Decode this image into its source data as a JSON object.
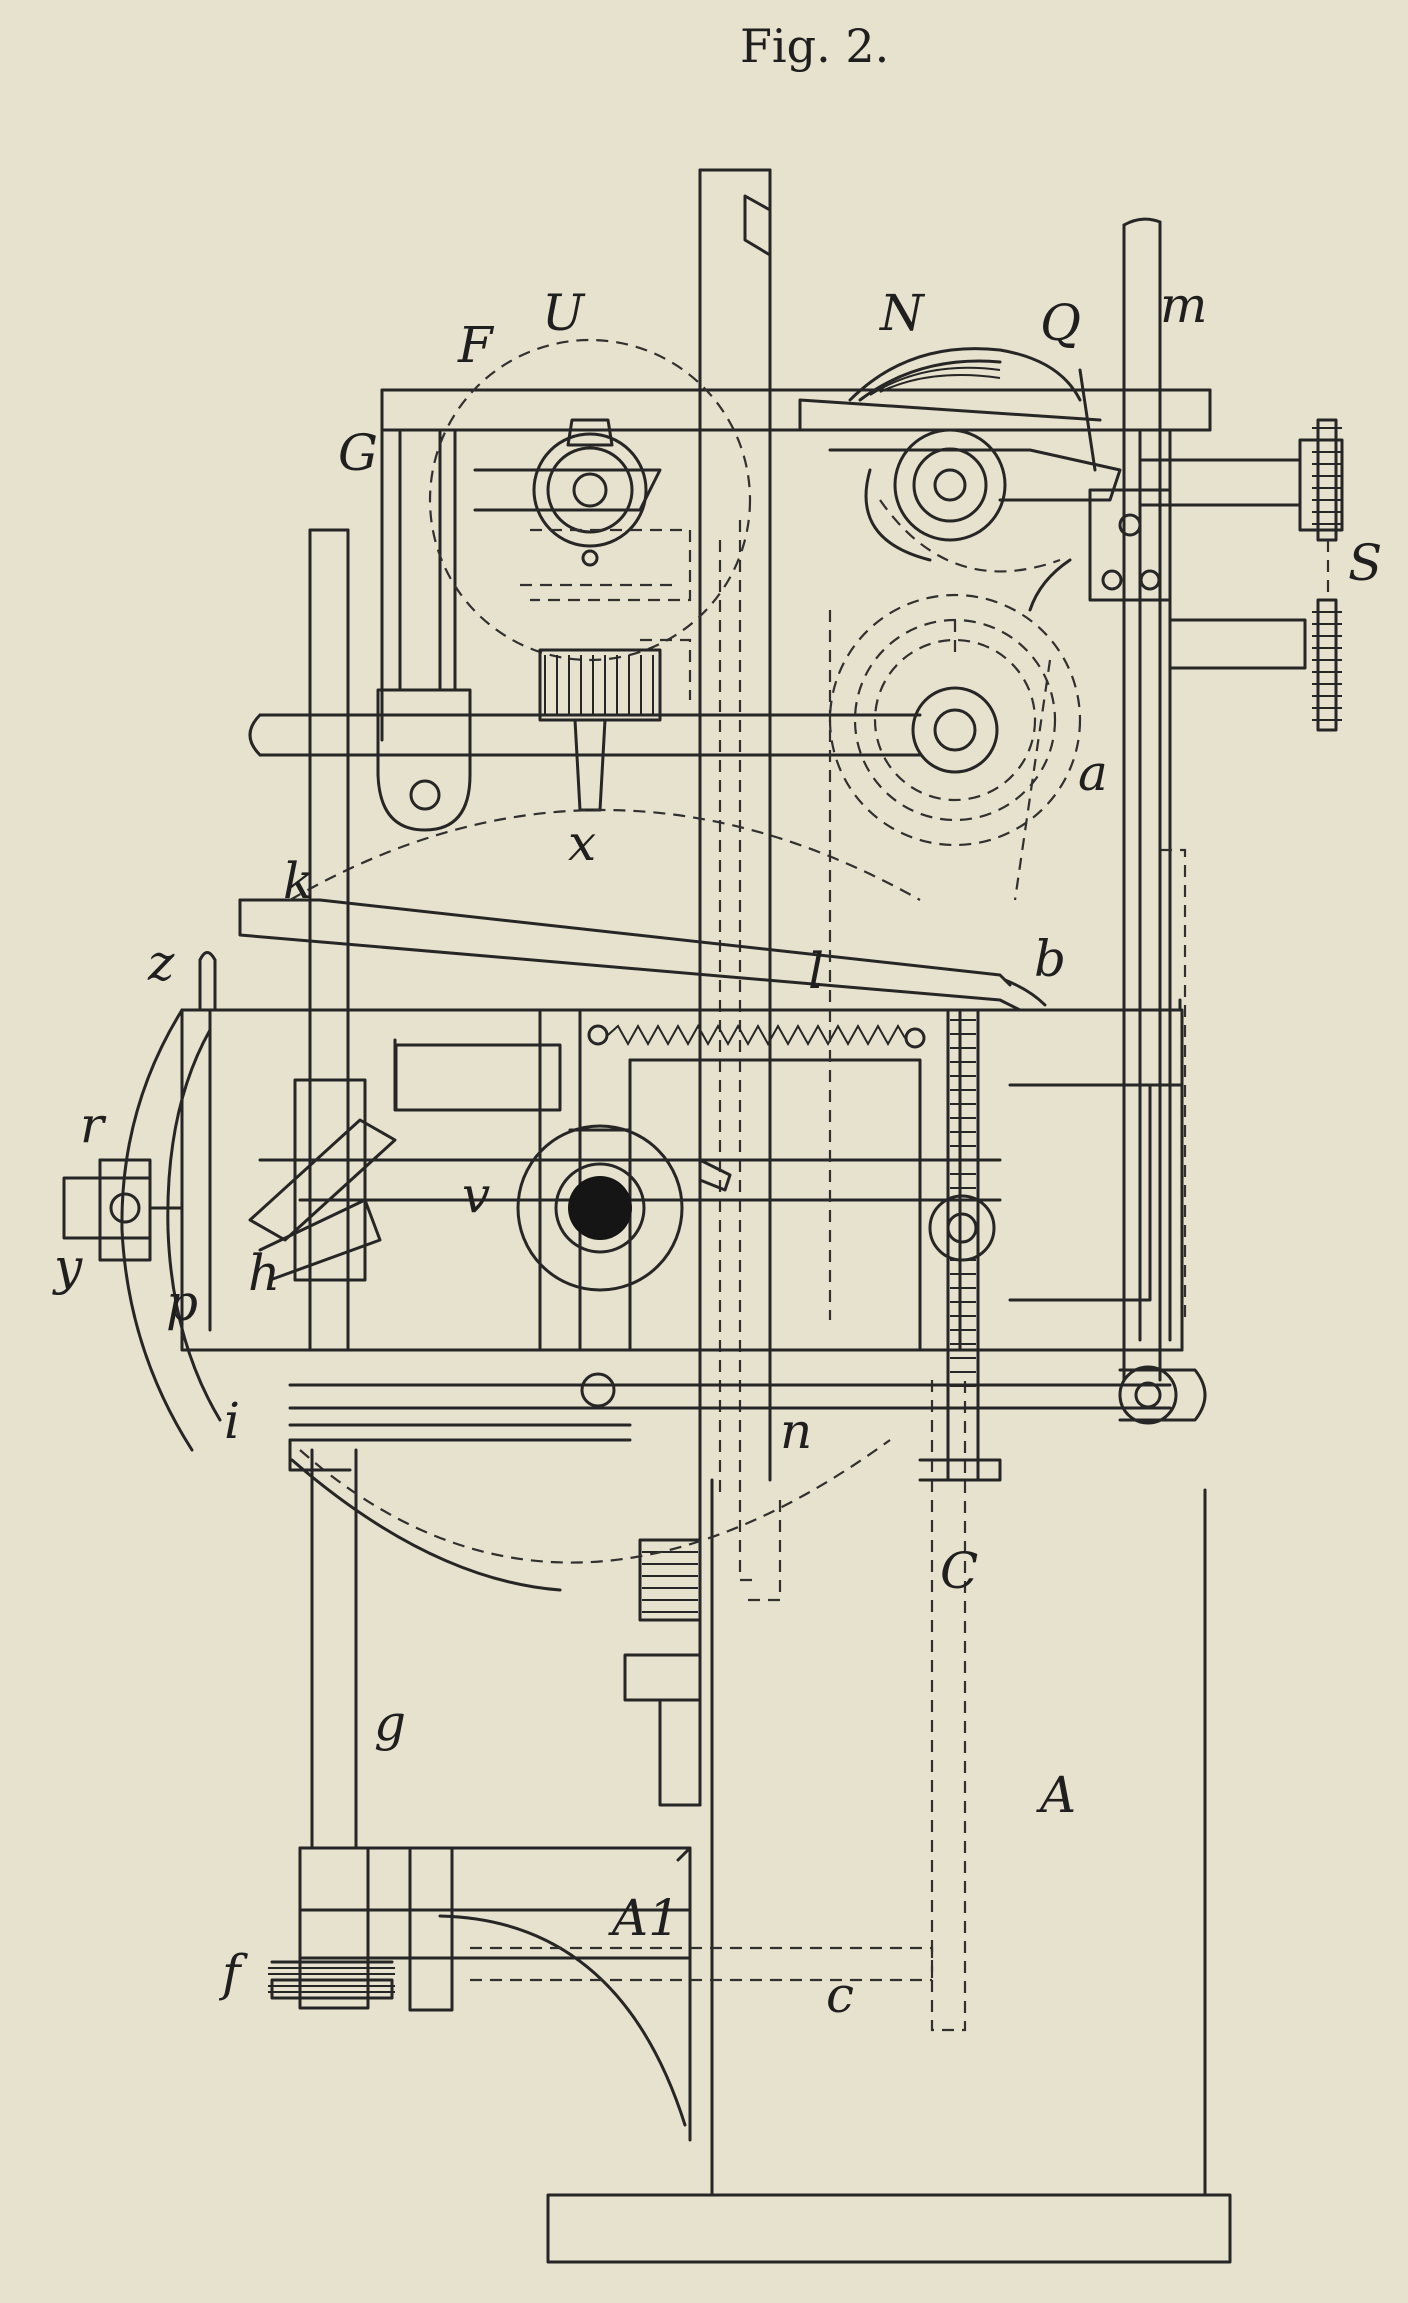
{
  "caption": "Fig. 2.",
  "labels": {
    "U": "U",
    "F": "F",
    "G": "G",
    "N": "N",
    "Q": "Q",
    "m": "m",
    "S": "S",
    "x": "x",
    "a": "a",
    "k": "k",
    "z": "z",
    "l": "l",
    "b": "b",
    "r": "r",
    "y": "y",
    "v": "v",
    "h": "h",
    "p": "p",
    "i": "i",
    "n": "n",
    "C": "C",
    "A": "A",
    "g": "g",
    "A1": "A1",
    "f": "f",
    "c": "c"
  }
}
